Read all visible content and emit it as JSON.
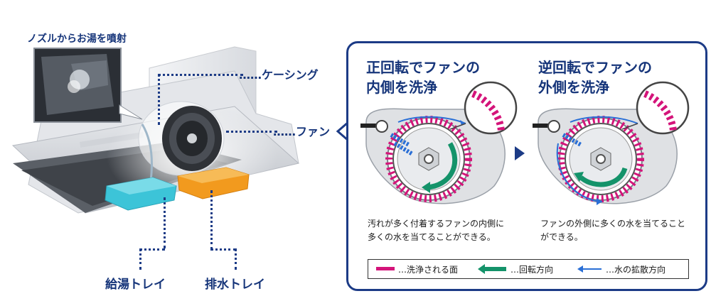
{
  "left_figure": {
    "nozzle_caption": "ノズルからお湯を噴射",
    "labels": {
      "casing": "……ケーシング",
      "fan": "……ファン",
      "supply_tray": "給湯トレイ",
      "drain_tray": "排水トレイ"
    }
  },
  "panel": {
    "forward": {
      "title_line1": "正回転でファンの",
      "title_line2": "内側を洗浄",
      "desc_line1": "汚れが多く付着するファンの内側に",
      "desc_line2": "多くの水を当てることができる。"
    },
    "reverse": {
      "title_line1": "逆回転でファンの",
      "title_line2": "外側を洗浄",
      "desc_line1": "ファンの外側に多くの水を当てること",
      "desc_line2": "ができる。"
    },
    "legend": {
      "washed_surface": "…洗浄される面",
      "rotation": "…回転方向",
      "spray": "…水の拡散方向"
    }
  },
  "colors": {
    "navy": "#16357a",
    "magenta": "#d4147a",
    "green": "#14936a",
    "blue": "#2a6fd6",
    "cyan_tray": "#3cc4d8",
    "orange_tray": "#f29a1e"
  }
}
